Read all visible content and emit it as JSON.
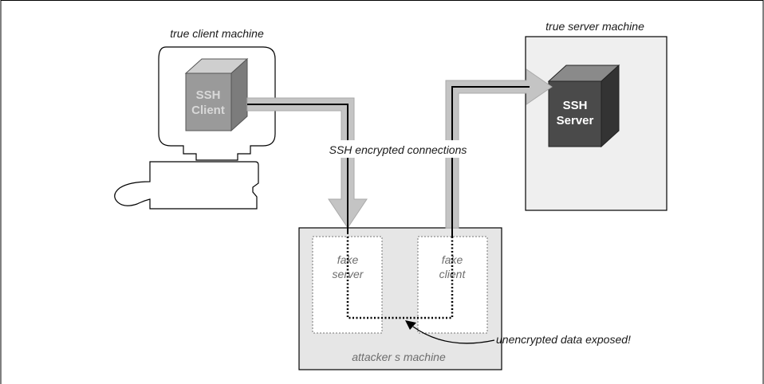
{
  "labels": {
    "client_machine": "true client machine",
    "server_machine": "true server machine",
    "ssh_client_line1": "SSH",
    "ssh_client_line2": "Client",
    "ssh_server_line1": "SSH",
    "ssh_server_line2": "Server",
    "encrypted_connections": "SSH encrypted connections",
    "fake_server_line1": "fake",
    "fake_server_line2": "server",
    "fake_client_line1": "fake",
    "fake_client_line2": "client",
    "attacker_machine": "attacker s machine",
    "unencrypted_note": "unencrypted data exposed!"
  },
  "colors": {
    "pipe_fill": "#c4c4c4",
    "attacker_box": "#e6e6e6",
    "server_box": "#efefef",
    "client_cube": "#9a9a9a",
    "server_cube": "#4a4a4a"
  }
}
